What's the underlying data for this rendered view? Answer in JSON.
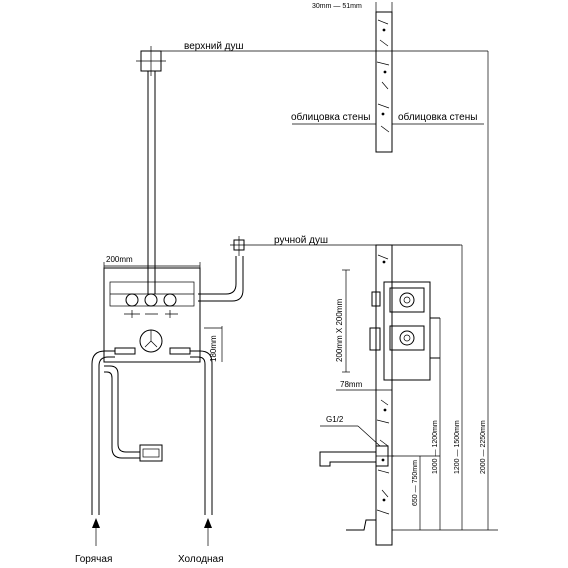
{
  "labels": {
    "top_shower": "верхний душ",
    "wall_left": "облицовка стены",
    "wall_right": "облицовка стены",
    "hand_shower": "ручной душ",
    "hot": "Горячая",
    "cold": "Холодная",
    "g_thread": "G1/2"
  },
  "dimensions": {
    "wall_range": "30mm  —  51mm",
    "box_width": "200mm",
    "box_height": "180mm",
    "side_vertical": "200mm  X  200mm",
    "side_depth": "78mm",
    "h_spout": "650 — 750mm",
    "h_valve": "1000 — 1200mm",
    "h_hand": "1200 — 1500mm",
    "h_top": "2000 — 2250mm"
  }
}
